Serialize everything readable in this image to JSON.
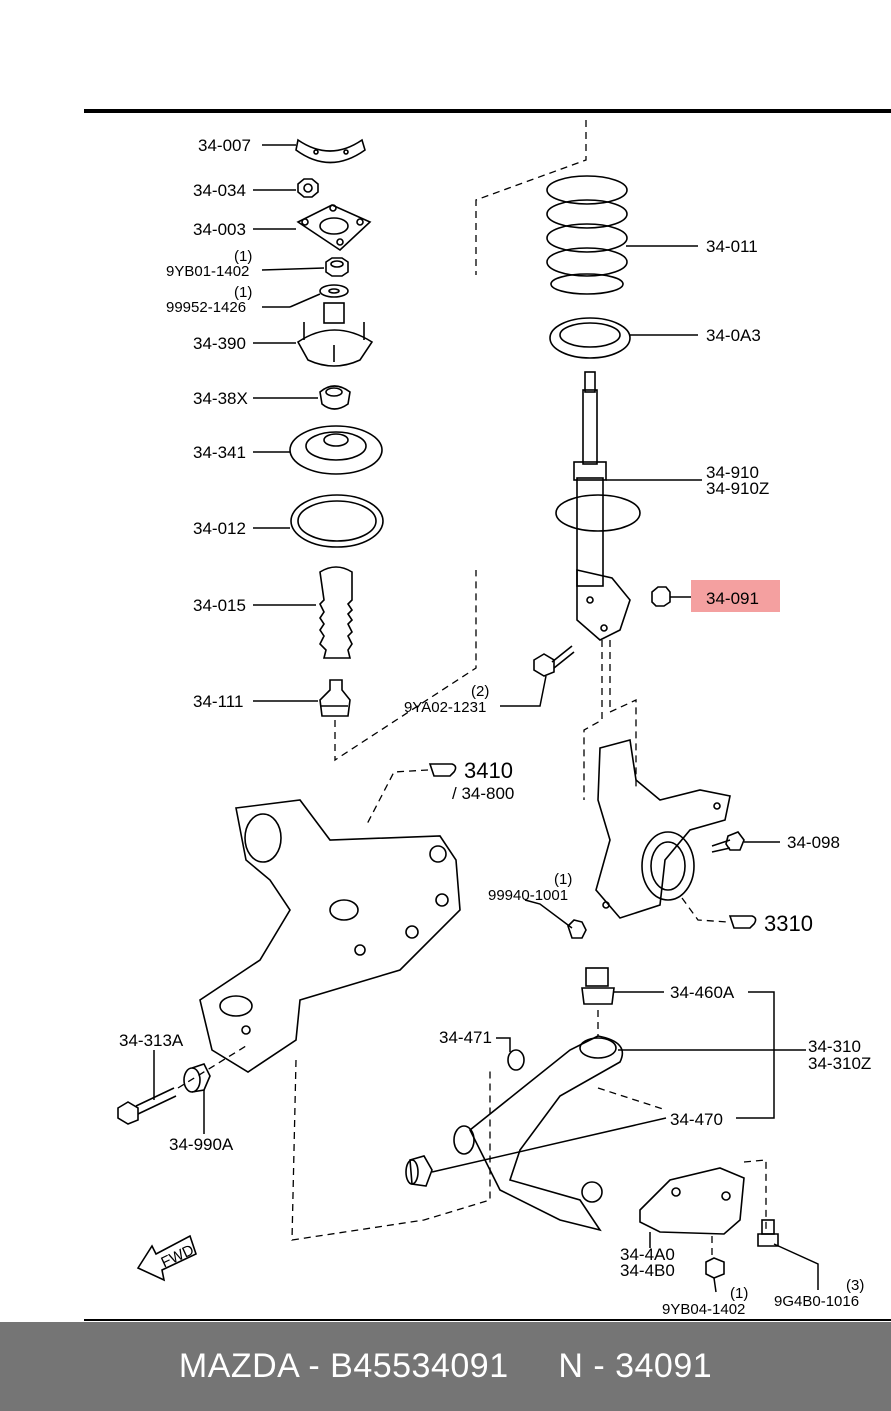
{
  "parts": [
    {
      "id": "p007",
      "label": "34-007"
    },
    {
      "id": "p034",
      "label": "34-034"
    },
    {
      "id": "p003",
      "label": "34-003"
    },
    {
      "id": "p9yb01",
      "qty": "(1)",
      "label": "9YB01-1402"
    },
    {
      "id": "p99952",
      "qty": "(1)",
      "label": "99952-1426"
    },
    {
      "id": "p390",
      "label": "34-390"
    },
    {
      "id": "p38x",
      "label": "34-38X"
    },
    {
      "id": "p341",
      "label": "34-341"
    },
    {
      "id": "p012",
      "label": "34-012"
    },
    {
      "id": "p015",
      "label": "34-015"
    },
    {
      "id": "p111",
      "label": "34-111"
    },
    {
      "id": "p9ya02",
      "qty": "(2)",
      "label": "9YA02-1231"
    },
    {
      "id": "p011",
      "label": "34-011"
    },
    {
      "id": "p0a3",
      "label": "34-0A3"
    },
    {
      "id": "p910",
      "label": "34-910",
      "label2": "34-910Z"
    },
    {
      "id": "p091",
      "label": "34-091",
      "highlighted": true
    },
    {
      "id": "p098",
      "label": "34-098"
    },
    {
      "id": "p99940",
      "qty": "(1)",
      "label": "99940-1001"
    },
    {
      "id": "p460a",
      "label": "34-460A"
    },
    {
      "id": "p310",
      "label": "34-310",
      "label2": "34-310Z"
    },
    {
      "id": "p471",
      "label": "34-471"
    },
    {
      "id": "p470",
      "label": "34-470"
    },
    {
      "id": "p313a",
      "label": "34-313A"
    },
    {
      "id": "p990a",
      "label": "34-990A"
    },
    {
      "id": "p4a0",
      "label": "34-4A0",
      "label2": "34-4B0"
    },
    {
      "id": "p9yb04",
      "qty": "(1)",
      "label": "9YB04-1402"
    },
    {
      "id": "p9g4b0",
      "qty": "(3)",
      "label": "9G4B0-1016"
    }
  ],
  "refs": {
    "ref3410": "3410",
    "ref3410_sub": "/ 34-800",
    "ref3310": "3310"
  },
  "fwd_label": "FWD",
  "highlight_color": "#f4a0a0",
  "footer": {
    "brand_part": "MAZDA - B45534091",
    "number": "N - 34091",
    "bg_color": "#757575"
  }
}
